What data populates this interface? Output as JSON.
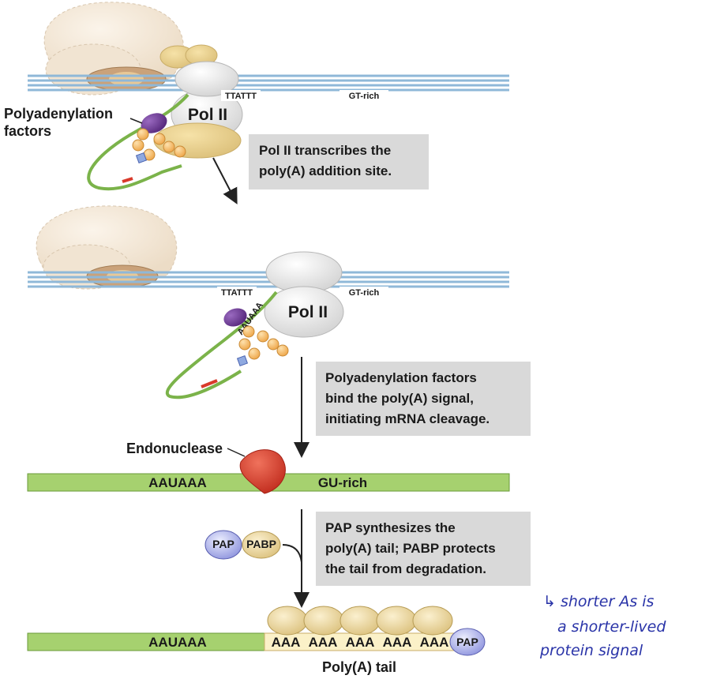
{
  "panel1": {
    "polyadenylation_label_line1": "Polyadenylation",
    "polyadenylation_label_line2": "factors",
    "ttattt": "TTATTT",
    "gt_rich": "GT-rich",
    "pol2": "Pol II",
    "caption_line1": "Pol II transcribes the",
    "caption_line2": "poly(A) addition site."
  },
  "panel2": {
    "ttattt": "TTATTT",
    "gt_rich": "GT-rich",
    "pol2": "Pol II",
    "aauaaa": "AAUAAA",
    "caption_line1": "Polyadenylation factors",
    "caption_line2": "bind the poly(A) signal,",
    "caption_line3": "initiating mRNA cleavage."
  },
  "panel3": {
    "endonuclease": "Endonuclease",
    "aauaaa": "AAUAAA",
    "gu_rich": "GU-rich"
  },
  "panel4": {
    "pap": "PAP",
    "pabp": "PABP",
    "caption_line1": "PAP synthesizes the",
    "caption_line2": "poly(A) tail; PABP protects",
    "caption_line3": "the tail from degradation."
  },
  "panel5": {
    "aauaaa": "AAUAAA",
    "tail_segments": [
      "AAA",
      "AAA",
      "AAA",
      "AAA",
      "AAA"
    ],
    "pap": "PAP",
    "tail_label": "Poly(A) tail"
  },
  "handwritten_note": {
    "line1": "↳ shorter As is",
    "line2": "a shorter-lived",
    "line3": "protein signal"
  },
  "colors": {
    "dna": "#8fb8d8",
    "rna": "#7bb34a",
    "rna_light": "#a6d16f",
    "factor_orange": "#f4b860",
    "factor_purple": "#6f3e96",
    "endonuclease_red": "#d93a2b",
    "caption_box": "#d9d9d9",
    "pabp_tan": "#ecd9a4",
    "pap_blue": "#8a8fd6",
    "note_ink": "#2a34a8"
  }
}
